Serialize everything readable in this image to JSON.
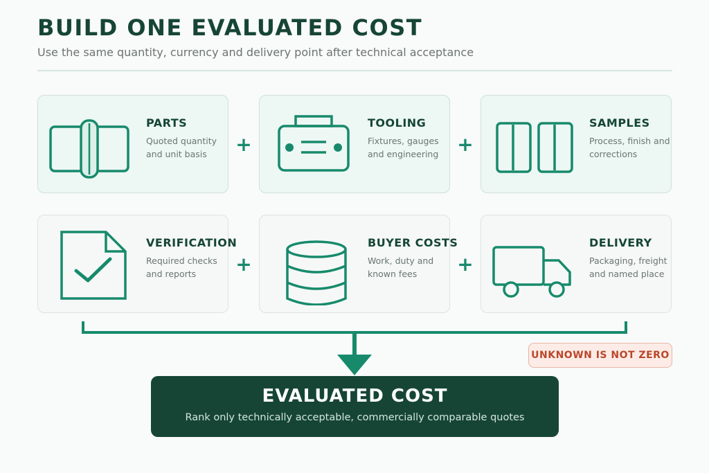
{
  "header": {
    "title": "BUILD ONE EVALUATED COST",
    "subtitle": "Use the same quantity, currency and delivery point after technical acceptance"
  },
  "components": [
    {
      "title": "PARTS",
      "desc": "Quoted quantity and unit basis",
      "icon": "part-icon"
    },
    {
      "title": "TOOLING",
      "desc": "Fixtures, gauges and engineering",
      "icon": "tooling-icon"
    },
    {
      "title": "SAMPLES",
      "desc": "Process, finish and corrections",
      "icon": "samples-icon"
    },
    {
      "title": "VERIFICATION",
      "desc": "Required checks and reports",
      "icon": "document-check-icon"
    },
    {
      "title": "BUYER COSTS",
      "desc": "Work, duty and known fees",
      "icon": "database-icon"
    },
    {
      "title": "DELIVERY",
      "desc": "Packaging, freight and named place",
      "icon": "truck-icon"
    }
  ],
  "operator": "+",
  "warning": "UNKNOWN IS NOT ZERO",
  "result": {
    "title": "EVALUATED COST",
    "desc": "Rank only technically acceptable, commercially comparable quotes"
  },
  "colors": {
    "accent": "#178a6c",
    "dark": "#164536",
    "warning": "#b9472a"
  }
}
